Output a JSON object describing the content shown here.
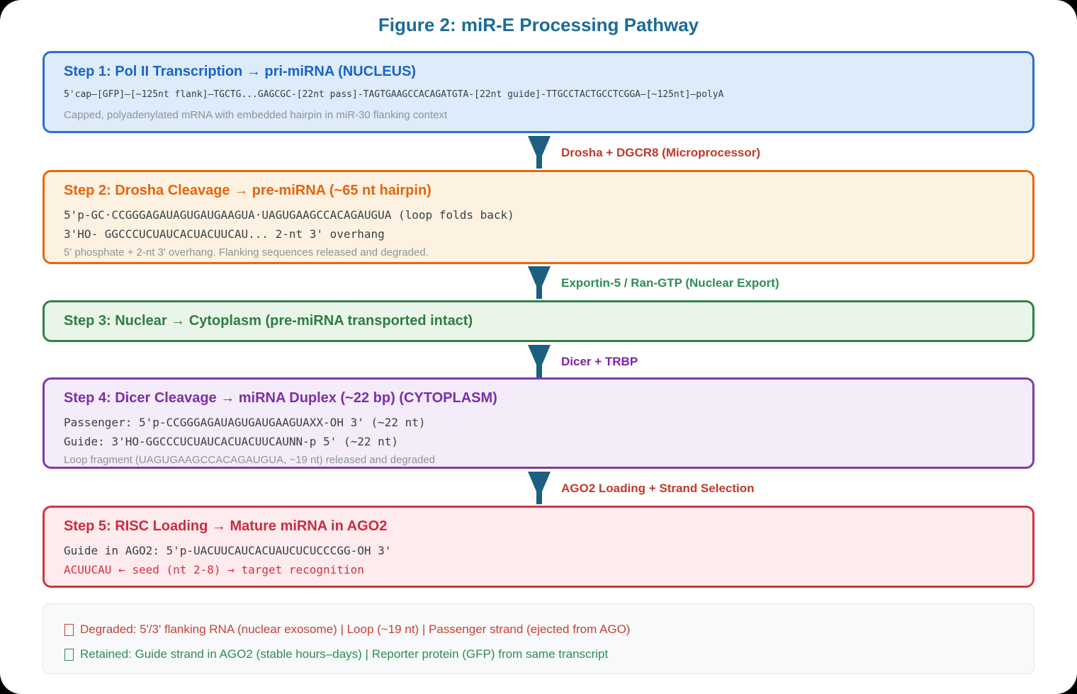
{
  "figure": {
    "title": "Figure 2: miR-E Processing Pathway"
  },
  "steps": [
    {
      "title": "Step 1: Pol II Transcription → pri-miRNA (NUCLEUS)",
      "lines": [
        "5'cap—[GFP]—[~125nt flank]—TGCTG...GAGCGC-[22nt pass]-TAGTGAAGCCACAGATGTA-[22nt guide]-TTGCCTACTGCCTCGGA—[~125nt]—polyA"
      ],
      "note": "Capped, polyadenylated mRNA with embedded hairpin in miR-30 flanking context",
      "accent_color": "#2b70c9",
      "background_color": "#ddebfa"
    },
    {
      "title": "Step 2: Drosha Cleavage → pre-miRNA (~65 nt hairpin)",
      "lines": [
        "5'p-GC·CCGGGAGAUAGUGAUGAAGUA·UAGUGAAGCCACAGAUGUA (loop folds back)",
        "3'HO- GGCCCUCUAUCACUACUUCAU... 2-nt 3' overhang"
      ],
      "note": "5' phosphate + 2-nt 3' overhang. Flanking sequences released and degraded.",
      "accent_color": "#e4690e",
      "background_color": "#fdf2e1"
    },
    {
      "title": "Step 3: Nuclear → Cytoplasm (pre-miRNA transported intact)",
      "lines": [],
      "note": "",
      "accent_color": "#338044",
      "background_color": "#eaf5ea"
    },
    {
      "title": "Step 4: Dicer Cleavage → miRNA Duplex (~22 bp) (CYTOPLASM)",
      "lines": [
        "Passenger: 5'p-CCGGGAGAUAGUGAUGAAGUAXX-OH 3' (~22 nt)",
        "Guide: 3'HO-GGCCCUCUAUCACUACUUCAUNN-p 5' (~22 nt)"
      ],
      "note": "Loop fragment (UAGUGAAGCCACAGAUGUA, ~19 nt) released and degraded",
      "accent_color": "#7d3ca3",
      "background_color": "#f5ecf9"
    },
    {
      "title": "Step 5: RISC Loading → Mature miRNA in AGO2",
      "lines": [
        "Guide in AGO2: 5'p-UACUUCAUCACUAUCUCUCCCGG-OH 3'",
        "ACUUCAU ← seed (nt 2-8) → target recognition"
      ],
      "note": "",
      "accent_color": "#d13540",
      "background_color": "#fdebee"
    }
  ],
  "arrows": [
    {
      "label": "Drosha + DGCR8 (Microprocessor)",
      "color": "#c0392b"
    },
    {
      "label": "Exportin-5 / Ran-GTP (Nuclear Export)",
      "color": "#2e8b57"
    },
    {
      "label": "Dicer + TRBP",
      "color": "#7d22a8"
    },
    {
      "label": "AGO2 Loading + Strand Selection",
      "color": "#c0392b"
    }
  ],
  "summary": {
    "degraded": "Degraded: 5'/3' flanking RNA (nuclear exosome) | Loop (~19 nt) | Passenger strand (ejected from AGO)",
    "retained": "Retained: Guide strand in AGO2 (stable hours–days) | Reporter protein (GFP) from same transcript"
  },
  "colors": {
    "figure_title": "#1d6b96",
    "arrow_glyph": "#1d5f80",
    "sequence_text": "#3a4046",
    "note_text": "#8e9397",
    "summary_background": "#f8f9fa",
    "summary_degraded": "#c64135",
    "summary_retained": "#2e8b57"
  }
}
